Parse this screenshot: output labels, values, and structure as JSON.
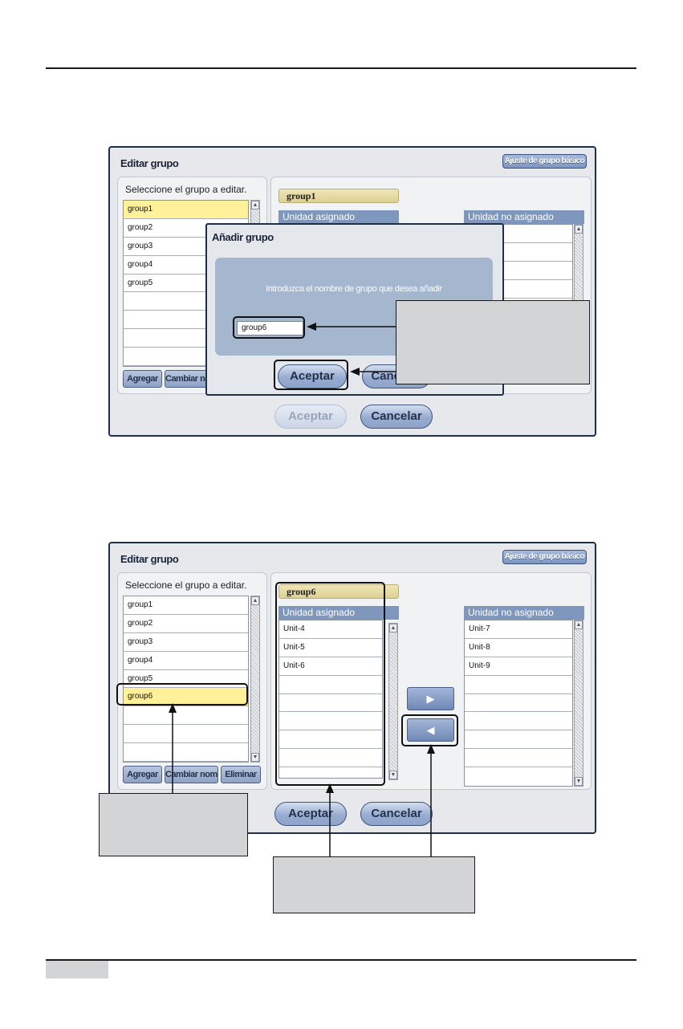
{
  "screenshot1": {
    "title": "Editar grupo",
    "basic_button": "Ajuste de grupo básico",
    "left_panel": {
      "label": "Seleccione el grupo a editar.",
      "rows": [
        "group1",
        "group2",
        "group3",
        "group4",
        "group5",
        "",
        "",
        "",
        ""
      ],
      "add_button": "Agregar",
      "rename_button": "Cambiar nombre"
    },
    "group_tag": "group1",
    "assigned_header": "Unidad asignado",
    "unassigned_header": "Unidad no asignado",
    "ok_button": "Aceptar",
    "cancel_button": "Cancelar",
    "dialog": {
      "title": "Añadir grupo",
      "prompt": "Introduzca el nombre de grupo que desea añadir",
      "input_value": "group6",
      "ok_button": "Aceptar",
      "cancel_button": "Cancelar"
    }
  },
  "screenshot2": {
    "title": "Editar grupo",
    "basic_button": "Ajuste de grupo básico",
    "left_panel": {
      "label": "Seleccione el grupo a editar.",
      "rows": [
        "group1",
        "group2",
        "group3",
        "group4",
        "group5",
        "group6",
        "",
        "",
        ""
      ],
      "add_button": "Agregar",
      "rename_button": "Cambiar nombre",
      "delete_button": "Eliminar"
    },
    "group_tag": "group6",
    "assigned_header": "Unidad asignado",
    "assigned_rows": [
      "Unit-4",
      "Unit-5",
      "Unit-6",
      "",
      "",
      "",
      "",
      ""
    ],
    "unassigned_header": "Unidad no asignado",
    "unassigned_rows": [
      "Unit-7",
      "Unit-8",
      "Unit-9",
      "",
      "",
      "",
      "",
      ""
    ],
    "move_right_glyph": "▶",
    "move_left_glyph": "◀",
    "ok_button": "Aceptar",
    "cancel_button": "Cancelar"
  },
  "colors": {
    "selected_row": "#fff09a",
    "column_header": "#7f97bd",
    "callout_fill": "#d3d4d5",
    "frame": "#1f2f48"
  }
}
